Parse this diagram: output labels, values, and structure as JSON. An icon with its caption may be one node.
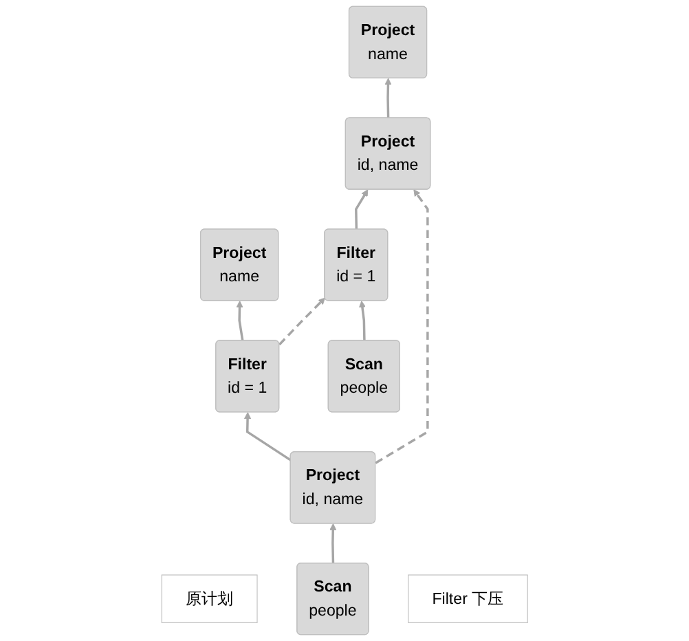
{
  "diagram": {
    "nodes": [
      {
        "text": [
          "原计划"
        ]
      },
      {
        "text": [
          "Project",
          "name"
        ]
      },
      {
        "text": [
          "Filter",
          "id = 1"
        ]
      },
      {
        "text": [
          "Project",
          "id, name"
        ]
      },
      {
        "text": [
          "Scan",
          "people"
        ]
      },
      {
        "text": [
          "Filter 下压"
        ]
      },
      {
        "text": [
          "Project",
          "name"
        ]
      },
      {
        "text": [
          "Project",
          "id, name"
        ]
      },
      {
        "text": [
          "Filter",
          "id = 1"
        ]
      },
      {
        "text": [
          "Scan",
          "people"
        ]
      }
    ],
    "edges": [
      {
        "from": 4,
        "to": 3,
        "arrow": "to"
      },
      {
        "from": 3,
        "to": 2,
        "arrow": "to"
      },
      {
        "from": 2,
        "to": 1,
        "arrow": "to"
      },
      {
        "from": 9,
        "to": 8,
        "arrow": "to"
      },
      {
        "from": 8,
        "to": 7,
        "arrow": "to"
      },
      {
        "from": 7,
        "to": 6,
        "arrow": "to"
      },
      {
        "from": 2,
        "to": 8,
        "arrow": "to",
        "style": "dashed"
      },
      {
        "from": 3,
        "to": 7,
        "arrow": "to",
        "style": "dashed"
      }
    ]
  }
}
